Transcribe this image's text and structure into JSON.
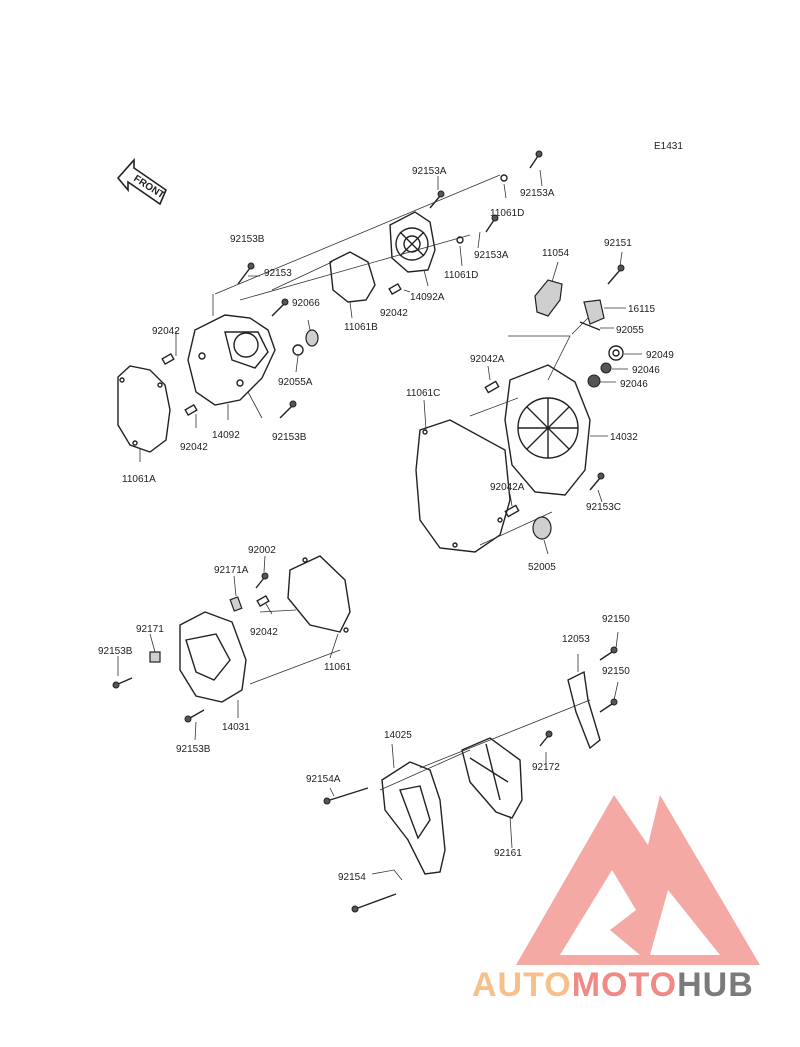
{
  "diagram": {
    "code": "E1431",
    "front_label": "FRONT",
    "part_labels": {
      "p92153A_1": "92153A",
      "p92153A_2": "92153A",
      "p11061D_1": "11061D",
      "p92153A_3": "92153A",
      "p11061D_2": "11061D",
      "p92153B_1": "92153B",
      "p92153": "92153",
      "p92066": "92066",
      "p11061B": "11061B",
      "p92042_1": "92042",
      "p14092A": "14092A",
      "p92042_2": "92042",
      "p92055A": "92055A",
      "p92042_3": "92042",
      "p14092": "14092",
      "p92153B_2": "92153B",
      "p11061A": "11061A",
      "p11054": "11054",
      "p92151": "92151",
      "p16115": "16115",
      "p92055": "92055",
      "p92049": "92049",
      "p92046_1": "92046",
      "p92046_2": "92046",
      "p92042A_1": "92042A",
      "p11061C": "11061C",
      "p14032": "14032",
      "p92042A_2": "92042A",
      "p92153C": "92153C",
      "p52005": "52005",
      "p92002": "92002",
      "p92171A": "92171A",
      "p92042_4": "92042",
      "p92171": "92171",
      "p92153B_3": "92153B",
      "p11061": "11061",
      "p14031": "14031",
      "p92153B_4": "92153B",
      "p92150_1": "92150",
      "p12053": "12053",
      "p92150_2": "92150",
      "p14025": "14025",
      "p92154A": "92154A",
      "p92172": "92172",
      "p92161": "92161",
      "p92154": "92154"
    }
  },
  "watermark": {
    "brand_part1": "AUTO",
    "brand_part2": "MOTO",
    "brand_part3": "HUB",
    "colors": {
      "part1": "#f7c08a",
      "part2": "#f08a86",
      "part3": "#7a7a7a",
      "triangle": "#f29a94"
    }
  }
}
